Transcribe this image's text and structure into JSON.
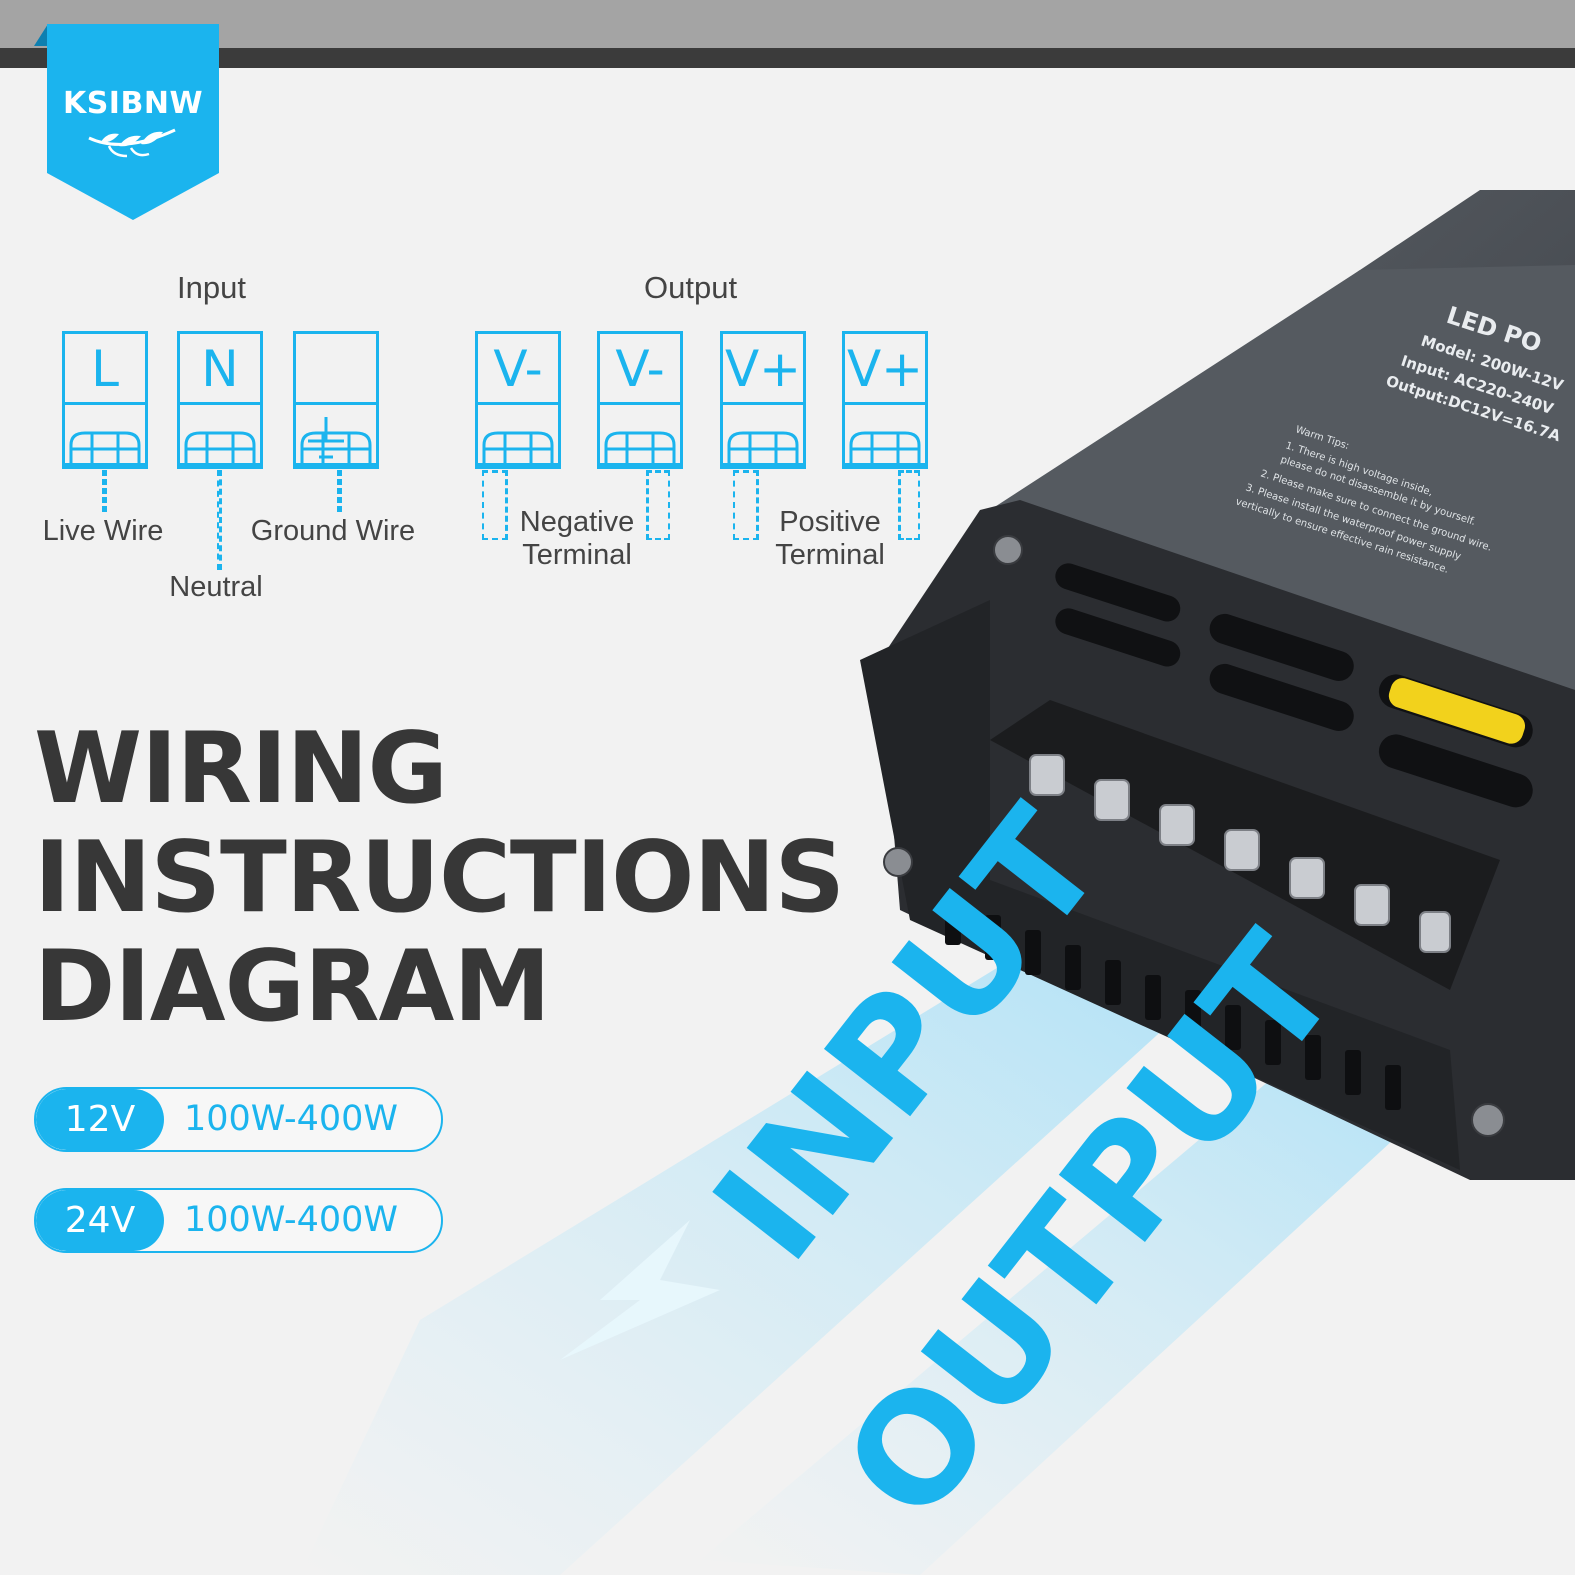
{
  "brand": {
    "name": "KSIBNW",
    "icon": "leaf-icon",
    "color": "#1bb4ee"
  },
  "diagram": {
    "input": {
      "title": "Input",
      "terminals": [
        {
          "symbol": "L",
          "label": "Live Wire"
        },
        {
          "symbol": "N",
          "label": "Neutral"
        },
        {
          "symbol": "⏚",
          "icon": "ground-icon",
          "label": "Ground Wire"
        }
      ]
    },
    "output": {
      "title": "Output",
      "terminals": [
        {
          "symbol": "V-"
        },
        {
          "symbol": "V-"
        },
        {
          "symbol": "V+"
        },
        {
          "symbol": "V+"
        }
      ],
      "negative_label": "Negative Terminal",
      "positive_label": "Positive Terminal"
    }
  },
  "headline": {
    "line1": "WIRING",
    "line2": "INSTRUCTIONS",
    "line3": "DIAGRAM"
  },
  "specs": [
    {
      "voltage": "12V",
      "wattage": "100W-400W"
    },
    {
      "voltage": "24V",
      "wattage": "100W-400W"
    }
  ],
  "product": {
    "name": "LED PO",
    "model": "Model: 200W-12V",
    "input": "Input: AC220-240V",
    "output": "Output:DC12V=16.7A",
    "tips_title": "Warm Tips:",
    "tip1": "1. There is high voltage inside,",
    "tip1b": "please do not disassemble it by yourself.",
    "tip2": "2. Please make sure to connect the ground wire.",
    "tip3": "3. Please install the waterproof power supply",
    "tip3b": "vertically to ensure effective rain resistance.",
    "input_marker": "INPUT",
    "output_marker": "OUTPUT"
  }
}
